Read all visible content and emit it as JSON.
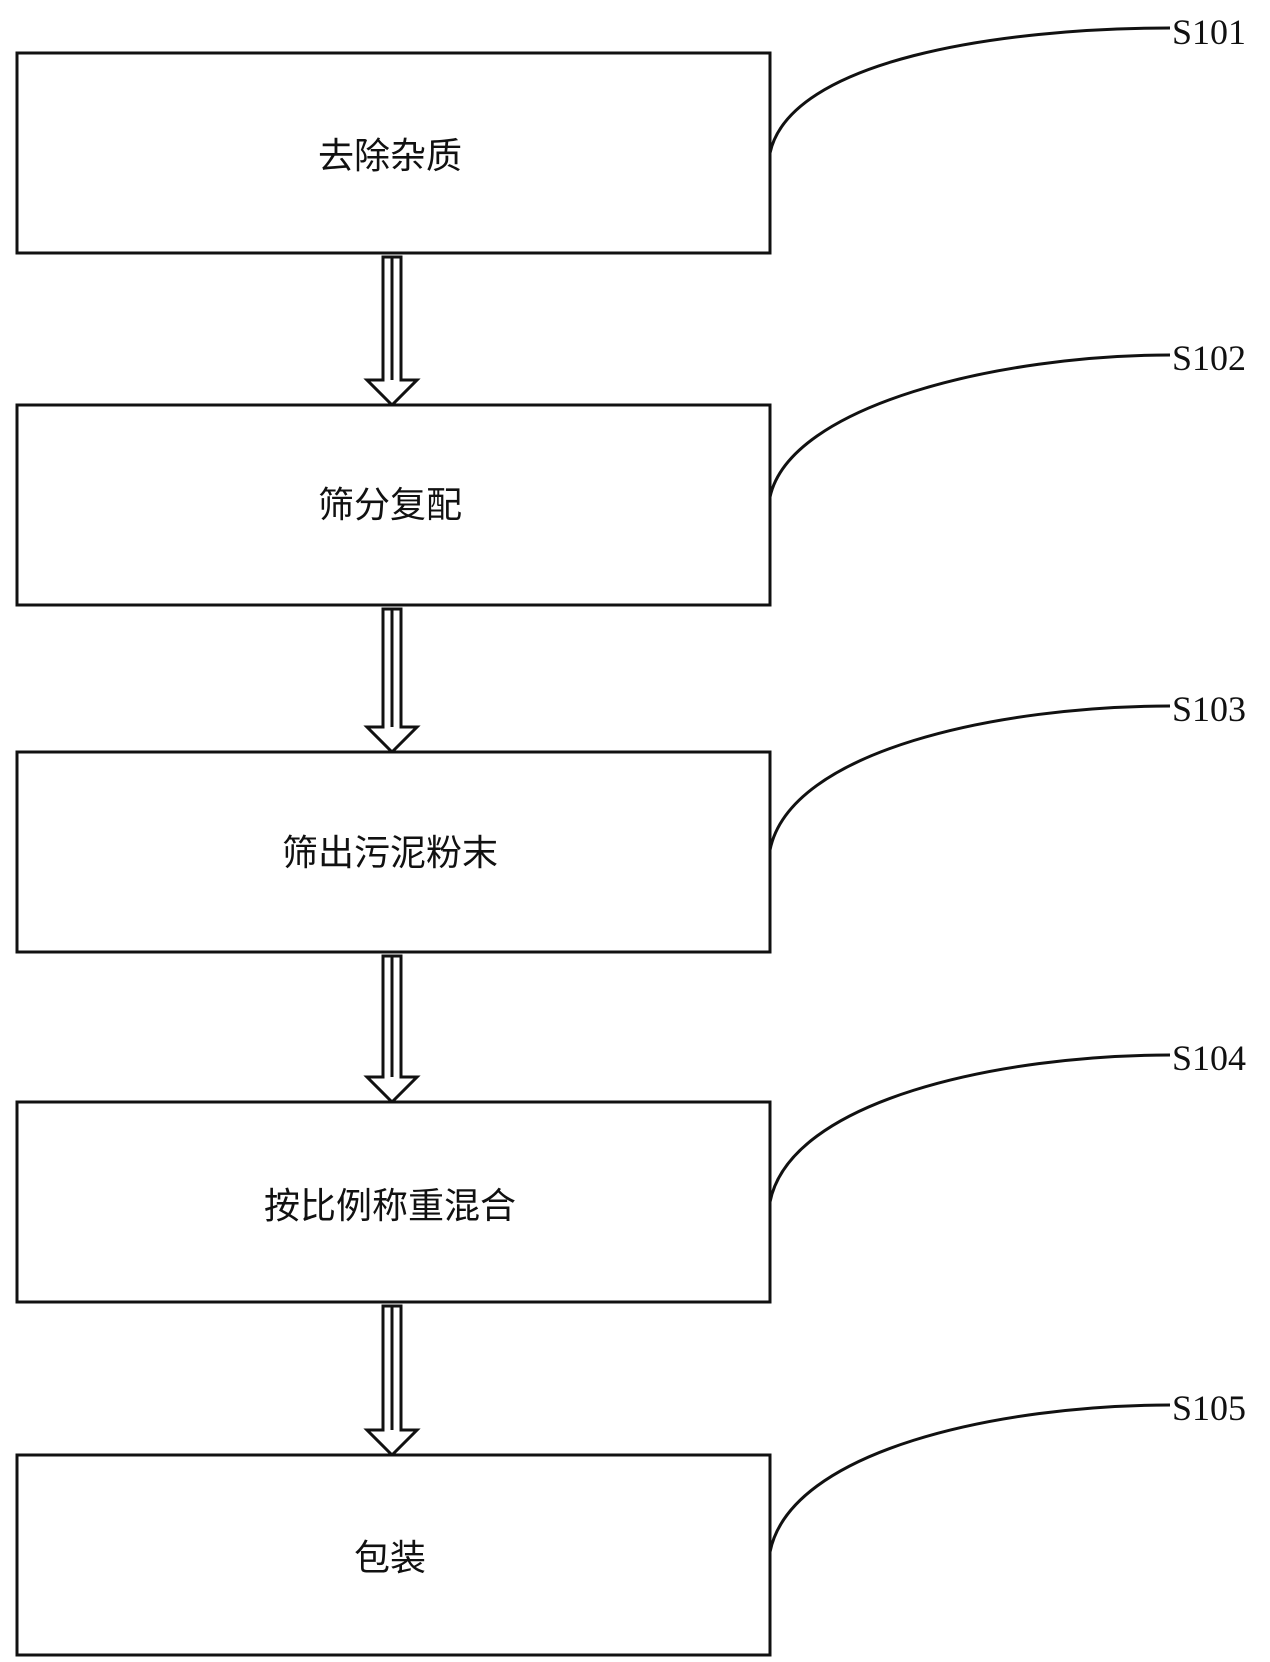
{
  "colors": {
    "stroke": "#111111",
    "background": "#ffffff"
  },
  "steps": [
    {
      "ref": "S101",
      "label": "去除杂质"
    },
    {
      "ref": "S102",
      "label": "筛分复配"
    },
    {
      "ref": "S103",
      "label": "筛出污泥粉末"
    },
    {
      "ref": "S104",
      "label": "按比例称重混合"
    },
    {
      "ref": "S105",
      "label": "包装"
    }
  ]
}
